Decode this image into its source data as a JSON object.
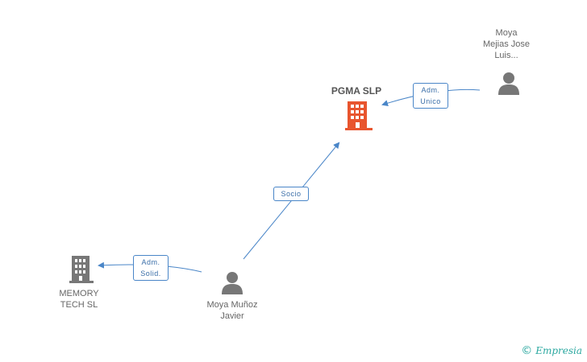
{
  "nodes": {
    "pgma": {
      "label": "PGMA SLP",
      "color": "#e8552e"
    },
    "memory": {
      "label_line1": "MEMORY",
      "label_line2": "TECH SL",
      "color": "#777777"
    },
    "moya_javier": {
      "label_line1": "Moya Muñoz",
      "label_line2": "Javier",
      "color": "#777777"
    },
    "moya_jose": {
      "label_line1": "Moya",
      "label_line2": "Mejias Jose",
      "label_line3": "Luis...",
      "color": "#777777"
    }
  },
  "edges": {
    "socio": {
      "label": "Socio"
    },
    "adm_solid": {
      "label_line1": "Adm.",
      "label_line2": "Solid."
    },
    "adm_unico": {
      "label_line1": "Adm.",
      "label_line2": "Unico"
    }
  },
  "colors": {
    "link": "#4a86c8"
  },
  "watermark": {
    "symbol": "©",
    "brand": "Empresia"
  }
}
